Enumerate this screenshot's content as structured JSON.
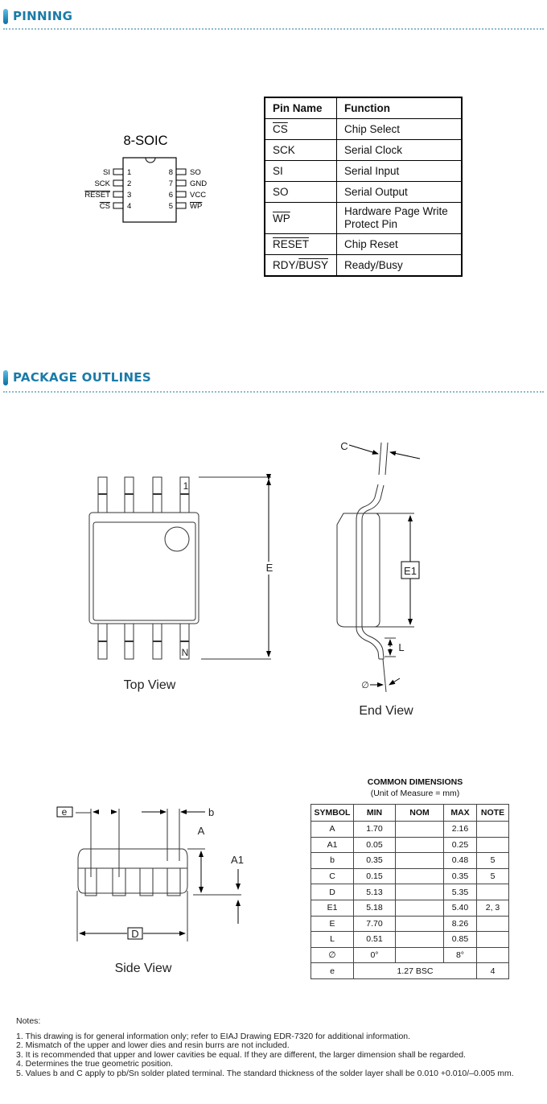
{
  "sections": {
    "pinning": "PINNING",
    "package_outlines": "PACKAGE OUTLINES"
  },
  "pinout": {
    "package": "8-SOIC",
    "left_pins": [
      {
        "num": "1",
        "name": "SI"
      },
      {
        "num": "2",
        "name": "SCK"
      },
      {
        "num": "3",
        "name": "RESET"
      },
      {
        "num": "4",
        "name": "CS"
      }
    ],
    "right_pins": [
      {
        "num": "8",
        "name": "SO"
      },
      {
        "num": "7",
        "name": "GND"
      },
      {
        "num": "6",
        "name": "VCC"
      },
      {
        "num": "5",
        "name": "WP"
      }
    ]
  },
  "pin_table": {
    "headers": [
      "Pin Name",
      "Function"
    ],
    "rows": [
      {
        "pin": "CS",
        "function": "Chip Select"
      },
      {
        "pin": "SCK",
        "function": "Serial Clock"
      },
      {
        "pin": "SI",
        "function": "Serial Input"
      },
      {
        "pin": "SO",
        "function": "Serial Output"
      },
      {
        "pin": "WP",
        "function": "Hardware Page Write Protect Pin"
      },
      {
        "pin": "RESET",
        "function": "Chip Reset"
      },
      {
        "pin": "RDY/",
        "pin_b": "BUSY",
        "function": "Ready/Busy"
      }
    ]
  },
  "drawings": {
    "top_view": {
      "caption": "Top View",
      "pin1": "1",
      "pinN": "N",
      "dim": "E"
    },
    "end_view": {
      "caption": "End View",
      "dim_c": "C",
      "dim_e1": "E1",
      "dim_l": "L",
      "angle": "∅"
    },
    "side_view": {
      "caption": "Side View",
      "dim_e": "e",
      "dim_b": "b",
      "dim_a": "A",
      "dim_a1": "A1",
      "dim_d": "D"
    }
  },
  "dimensions": {
    "title": "COMMON DIMENSIONS",
    "subtitle": "(Unit of Measure = mm)",
    "headers": [
      "SYMBOL",
      "MIN",
      "NOM",
      "MAX",
      "NOTE"
    ],
    "rows": [
      {
        "symbol": "A",
        "min": "1.70",
        "nom": "",
        "max": "2.16",
        "note": ""
      },
      {
        "symbol": "A1",
        "min": "0.05",
        "nom": "",
        "max": "0.25",
        "note": ""
      },
      {
        "symbol": "b",
        "min": "0.35",
        "nom": "",
        "max": "0.48",
        "note": "5"
      },
      {
        "symbol": "C",
        "min": "0.15",
        "nom": "",
        "max": "0.35",
        "note": "5"
      },
      {
        "symbol": "D",
        "min": "5.13",
        "nom": "",
        "max": "5.35",
        "note": ""
      },
      {
        "symbol": "E1",
        "min": "5.18",
        "nom": "",
        "max": "5.40",
        "note": "2, 3"
      },
      {
        "symbol": "E",
        "min": "7.70",
        "nom": "",
        "max": "8.26",
        "note": ""
      },
      {
        "symbol": "L",
        "min": "0.51",
        "nom": "",
        "max": "0.85",
        "note": ""
      },
      {
        "symbol": "∅",
        "min": "0°",
        "nom": "",
        "max": "8°",
        "note": ""
      }
    ],
    "last_row": {
      "symbol": "e",
      "value": "1.27 BSC",
      "note": "4"
    }
  },
  "notes": {
    "heading": "Notes:",
    "items": [
      "1. This drawing is for general information only; refer to EIAJ Drawing EDR-7320 for additional information.",
      "2. Mismatch of the upper and lower dies and resin burrs are not included.",
      "3. It is recommended that upper and lower cavities be equal. If they are different, the larger dimension shall be regarded.",
      "4. Determines the true geometric position.",
      "5. Values b and C apply to pb/Sn solder plated terminal. The standard thickness of the solder layer shall be 0.010 +0.010/–0.005 mm."
    ]
  }
}
